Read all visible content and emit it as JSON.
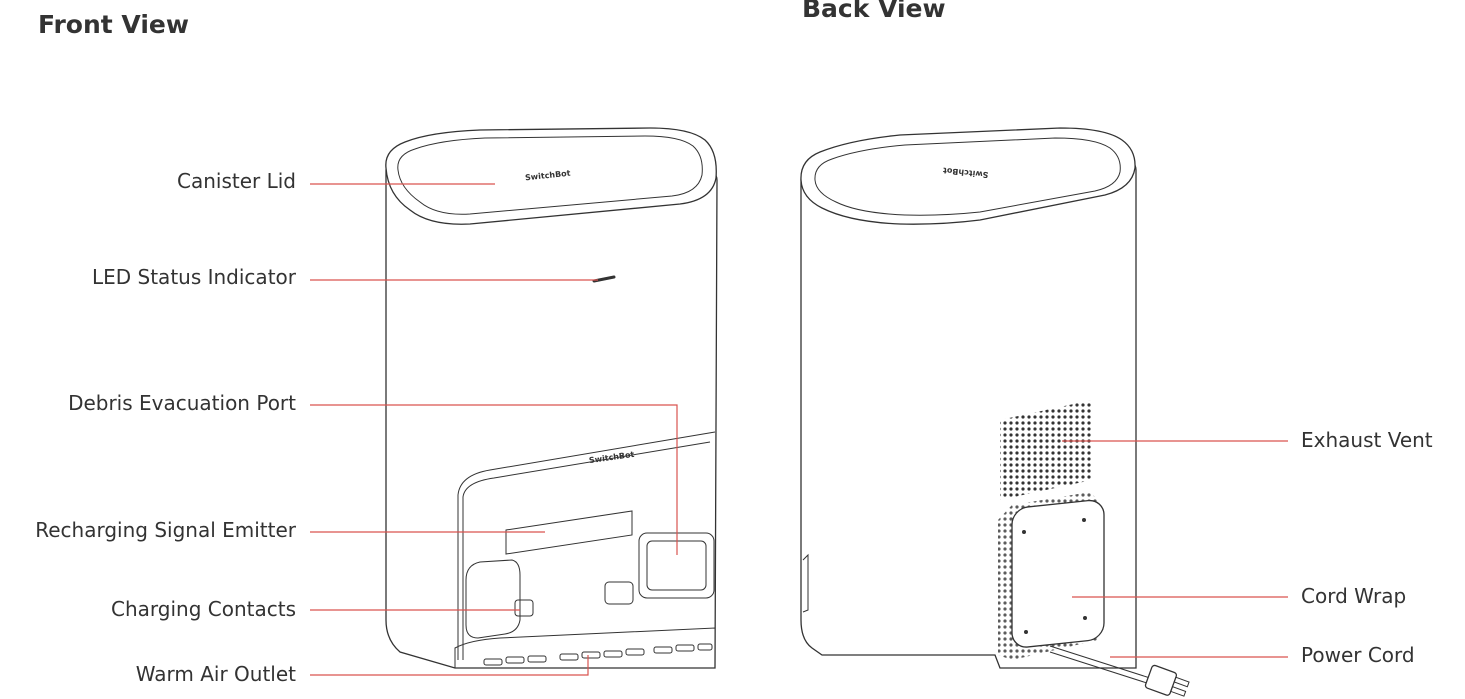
{
  "titles": {
    "front": "Front View",
    "back": "Back View"
  },
  "front_labels": {
    "canister_lid": "Canister Lid",
    "led_status": "LED Status Indicator",
    "debris_port": "Debris Evacuation Port",
    "recharge_emitter": "Recharging Signal Emitter",
    "charging_contacts": "Charging Contacts",
    "warm_air_outlet": "Warm Air Outlet"
  },
  "back_labels": {
    "exhaust_vent": "Exhaust Vent",
    "cord_wrap": "Cord Wrap",
    "power_cord": "Power Cord"
  },
  "brand": {
    "logo_text": "SwitchBot"
  },
  "colors": {
    "leader_line": "#d9534f",
    "outline": "#333333",
    "text": "#333333"
  }
}
